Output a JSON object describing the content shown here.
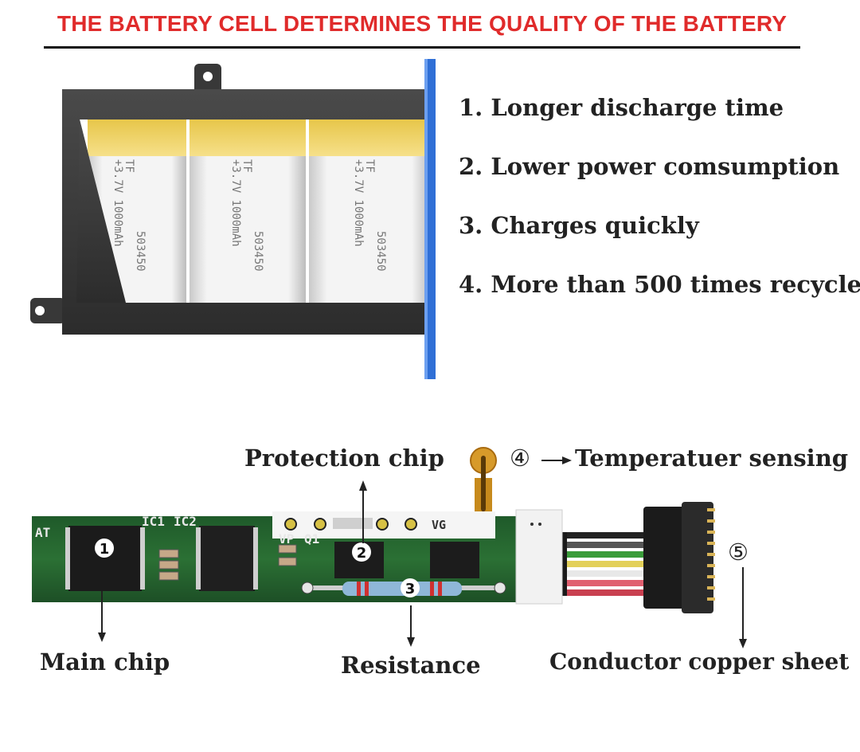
{
  "header": {
    "title": "THE BATTERY CELL DETERMINES THE QUALITY OF THE BATTERY"
  },
  "features": [
    "1. Longer discharge time",
    "2. Lower power comsumption",
    "3. Charges quickly",
    "4. More than 500 times recycle"
  ],
  "cells": [
    {
      "brand": "TF",
      "model": "503450",
      "spec": "+3.7V 1000mAh"
    },
    {
      "brand": "TF",
      "model": "503450",
      "spec": "+3.7V 1000mAh"
    },
    {
      "brand": "TF",
      "model": "503450",
      "spec": "+3.7V 1000mAh"
    }
  ],
  "pcb": {
    "silk": {
      "ic1": "IC1",
      "ic2": "IC2",
      "vp": "VP",
      "q1": "Q1",
      "vg": "VG",
      "at": "AT"
    },
    "markers": {
      "m1": "1",
      "m2": "2",
      "m3": "3"
    }
  },
  "labels": {
    "protection_chip": "Protection chip",
    "temp_marker": "④",
    "temp_sensing": "Temperatuer sensing",
    "connector_marker": "⑤",
    "main_chip": "Main chip",
    "resistance": "Resistance",
    "conductor": "Conductor copper sheet"
  }
}
